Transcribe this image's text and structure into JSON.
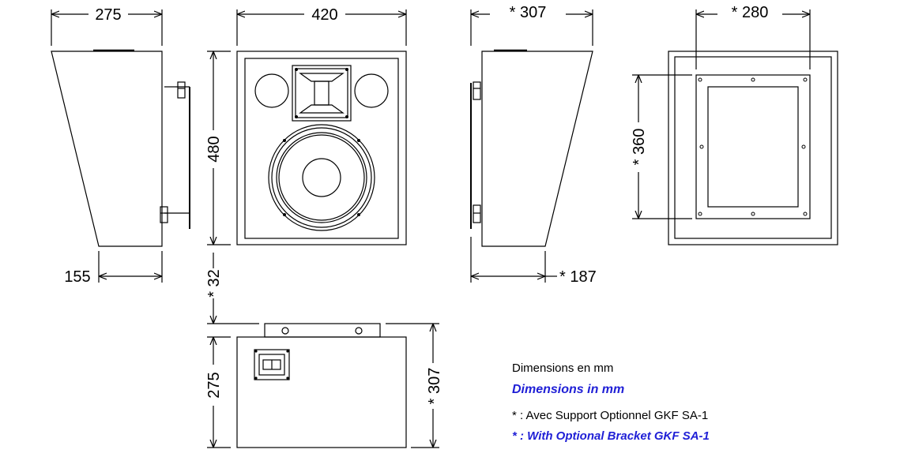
{
  "dimensions": {
    "side_left_top": "275",
    "front_width": "420",
    "side_right_top": "* 307",
    "back_width": "* 280",
    "front_height": "480",
    "back_height": "* 360",
    "side_left_bottom": "155",
    "side_right_bottom": "* 187",
    "bottom_offset": "* 32",
    "bottom_depth": "275",
    "bottom_depth_bracket": "* 307"
  },
  "notes": {
    "dims_fr": "Dimensions en mm",
    "dims_en": "Dimensions in mm",
    "bracket_fr": "* : Avec Support Optionnel GKF SA-1",
    "bracket_en": "* : With Optional Bracket GKF SA-1"
  },
  "colors": {
    "line": "#000000",
    "english_text": "#1f1fd6",
    "background": "#ffffff"
  }
}
